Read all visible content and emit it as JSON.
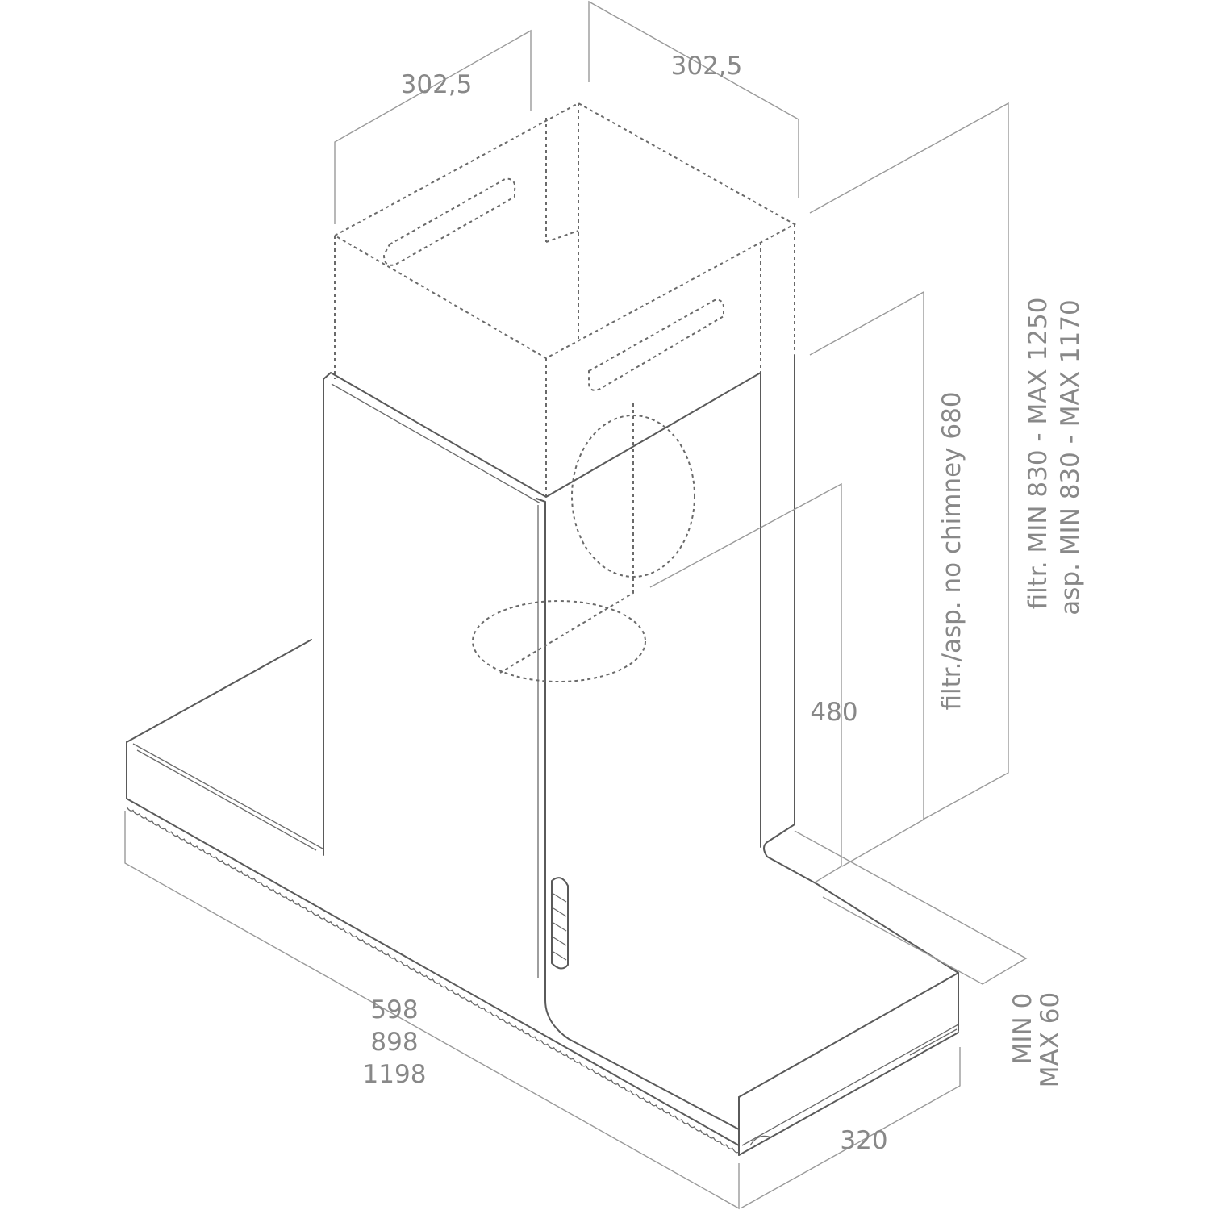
{
  "dimensions": {
    "chimney_width_left": "302,5",
    "chimney_width_right": "302,5",
    "hood_width_1": "598",
    "hood_width_2": "898",
    "hood_width_3": "1198",
    "hood_depth": "320",
    "hood_height": "480",
    "no_chimney_height": "filtr./asp. no chimney 680",
    "filter_height_range": "filtr. MIN 830 - MAX 1250",
    "extraction_height_range": "asp. MIN 830 - MAX 1170",
    "wall_gap_min": "MIN 0",
    "wall_gap_max": "MAX 60"
  }
}
